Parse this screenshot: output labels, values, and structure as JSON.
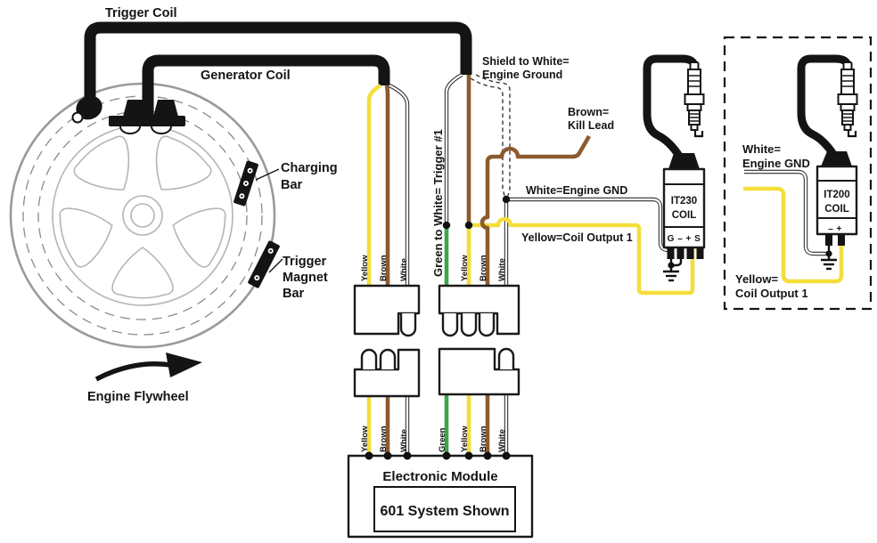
{
  "colors": {
    "yellow": "#f3de3b",
    "brown": "#8d5a2e",
    "green": "#3fa548",
    "gray_rim": "#9a9a9a",
    "gray_dash": "#8a8a8a",
    "gray_wheel": "#b5b5b5"
  },
  "labels": {
    "trigger_coil": "Trigger Coil",
    "generator_coil": "Generator Coil",
    "charging_bar": [
      "Charging",
      "Bar"
    ],
    "trigger_magnet_bar": [
      "Trigger",
      "Magnet",
      "Bar"
    ],
    "engine_flywheel": "Engine Flywheel",
    "shield": [
      "Shield to White=",
      "Engine Ground"
    ],
    "kill_lead": [
      "Brown=",
      "Kill Lead"
    ],
    "white_gnd": "White=Engine GND",
    "yellow_out": "Yellow=Coil Output 1",
    "green_trigger": "Green to White= Trigger #1"
  },
  "wires": {
    "conn1_top": [
      "Yellow",
      "Brown",
      "White"
    ],
    "conn2_top": [
      "Yellow",
      "Brown",
      "White"
    ],
    "conn1_bot": [
      "Yellow",
      "Brown",
      "White"
    ],
    "conn2_bot": [
      "Green",
      "Yellow",
      "Brown",
      "White"
    ]
  },
  "it230": {
    "name": "IT230",
    "type": "COIL",
    "terminals": "G – + S"
  },
  "it200": {
    "name": "IT200",
    "type": "COIL",
    "terminals": "– +"
  },
  "right_box": {
    "white_label": [
      "White=",
      "Engine GND"
    ],
    "yellow_label": [
      "Yellow=",
      "Coil Output 1"
    ]
  },
  "module": {
    "title": "Electronic Module",
    "subtitle": "601 System Shown"
  }
}
